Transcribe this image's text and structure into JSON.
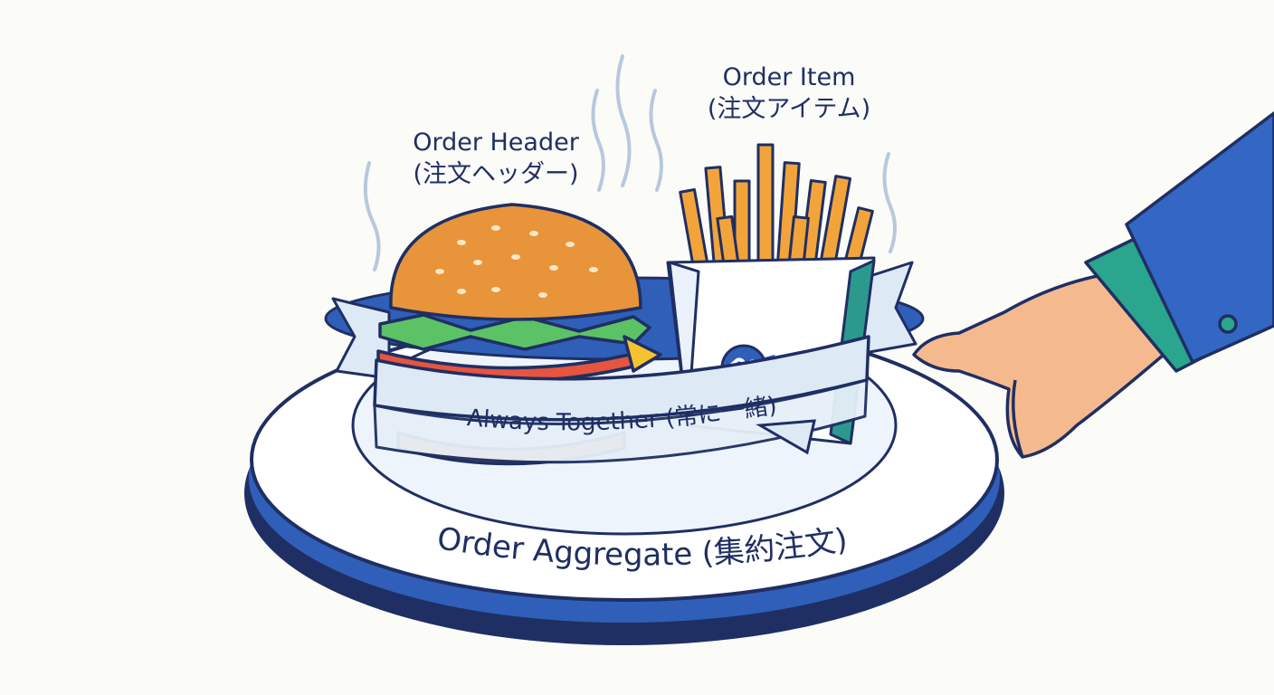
{
  "labels": {
    "order_header": {
      "en": "Order Header",
      "ja": "(注文ヘッダー)"
    },
    "order_item": {
      "en": "Order Item",
      "ja": "(注文アイテム)"
    },
    "band": "Always Together (常に一緒)",
    "plate": "Order Aggregate (集約注文)"
  },
  "icons": [
    "burger-icon",
    "fries-icon",
    "link-icon",
    "hand-icon",
    "steam-icon"
  ],
  "colors": {
    "outline": "#1f2f63",
    "plate_rim": "#2f5fb8",
    "plate_top": "#eef4fb",
    "band": "#dde9f5",
    "bun": "#e8943a",
    "lettuce": "#5cc266",
    "tomato": "#e5553f",
    "fries": "#f2a43b",
    "sleeve": "#3466c4",
    "cuff": "#2aa58e",
    "skin": "#f5b98e"
  }
}
